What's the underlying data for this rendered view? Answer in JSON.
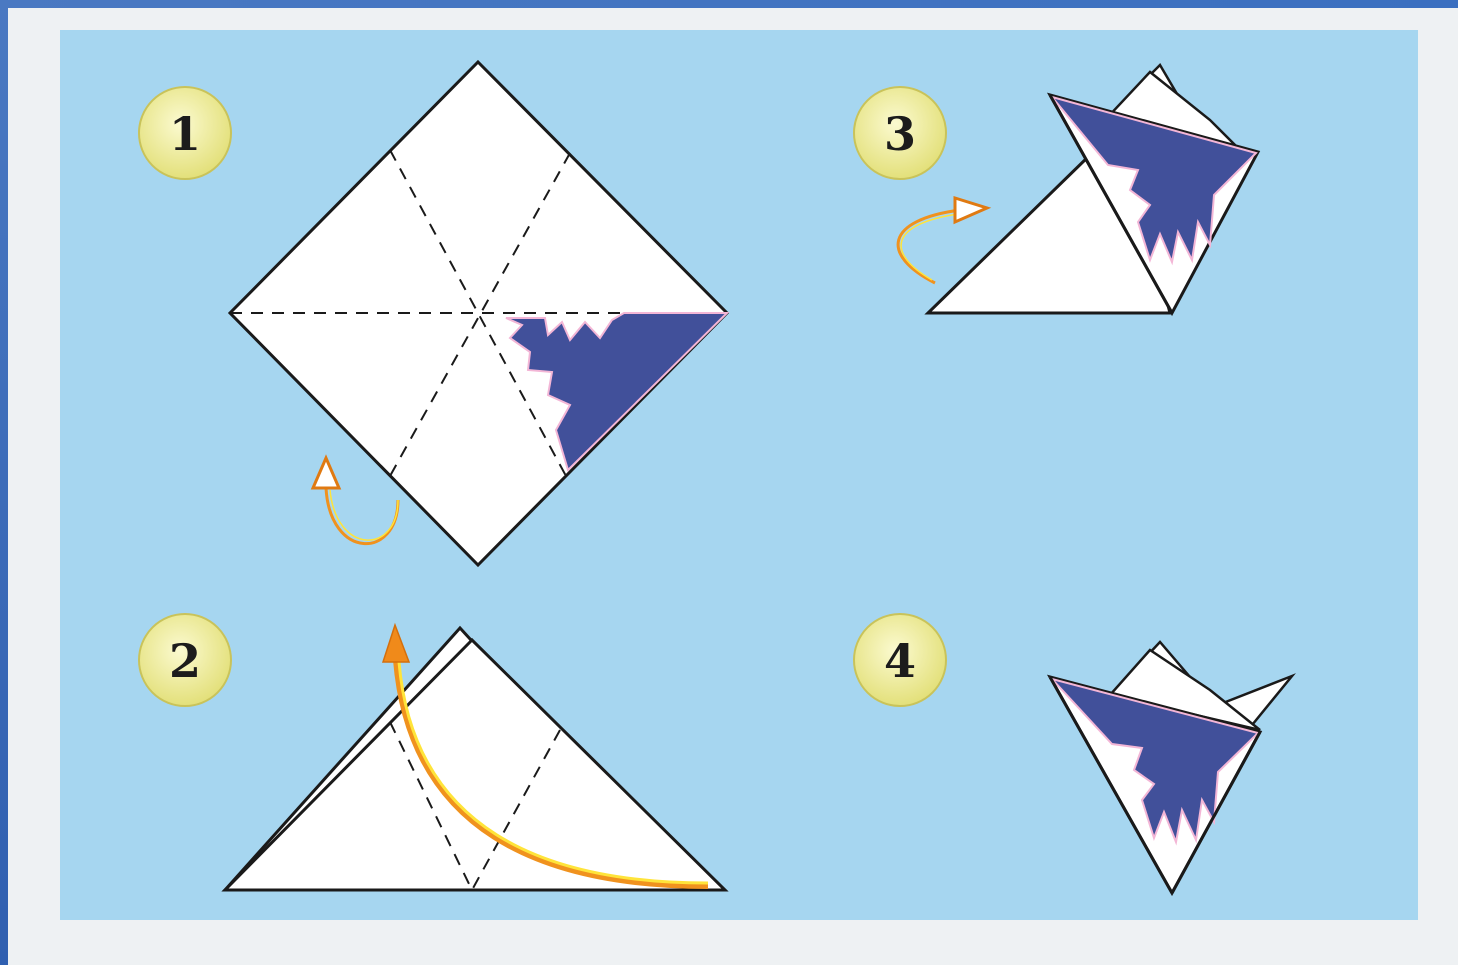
{
  "steps": [
    {
      "number": "1"
    },
    {
      "number": "2"
    },
    {
      "number": "3"
    },
    {
      "number": "4"
    }
  ],
  "colors": {
    "panel": "#a6d6f0",
    "paper": "#ffffff",
    "cutout": "#41509a",
    "badge": "#f3f0a8",
    "arrow_orange": "#f0921e",
    "arrow_yellow": "#ffe43a"
  },
  "icons": [
    "fold-arrow-icon",
    "cutout-pattern-icon"
  ]
}
